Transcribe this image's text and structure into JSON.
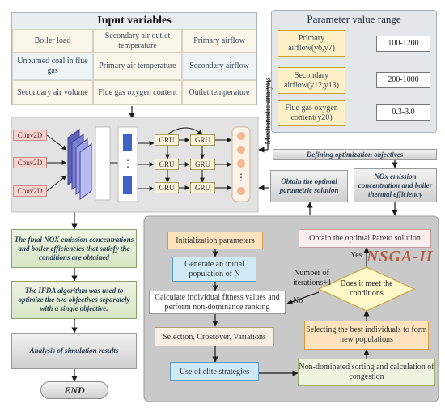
{
  "input_panel": {
    "title": "Input variables",
    "cells": [
      "Boiler load",
      "Secondary air outlet temperature",
      "Primary airflow",
      "Unburned coal in flue gas",
      "Primary air temperature",
      "Secondary airflow",
      "Secondary air volume",
      "Flue gas oxygen content",
      "Outlet temperature"
    ]
  },
  "param_panel": {
    "title": "Parameter value range",
    "rows": [
      {
        "name": "Primary airflow(y6,y7)",
        "range": "100-1200"
      },
      {
        "name": "Secondary airflow(y12,y13)",
        "range": "200-1000"
      },
      {
        "name": "Flue gas oxygen content(y20)",
        "range": "0.3-3.0"
      }
    ]
  },
  "mechanistic_label": "Mechanistic analysis",
  "network": {
    "conv_label": "Conv2D",
    "gru_label": "GRU",
    "dots": "⋮"
  },
  "defining_objectives": "Defining optimization objectives",
  "optimal_parametric": "Obtain the optimal parametric solution",
  "nox_efficiency": "NOx emission concentration and boiler thermal efficiency",
  "left_column": {
    "box1": "The final NOX emission concentrations and boiler efficiencies that satisfy the conditions are obtained",
    "box2": "The IFDA algorithm was used to optimize the two objectives separately with a single objective.",
    "box3": "Analysis of simulation results",
    "end": "END"
  },
  "nsga": {
    "title": "NSGA-II",
    "init": "Initialization parameters",
    "generate": "Generate an initial population of N",
    "calculate": "Calculate individual fitness values and perform non-dominance ranking",
    "selection": "Selection, Crossover, Variations",
    "elite": "Use of elite strategies",
    "nondominated": "Non-dominated sorting and calculation of congestion",
    "selecting": "Selecting the best individuals to form new populations",
    "pareto": "Obtain the optimal Pareto solution",
    "decision": "Does it meet the conditions",
    "iterations": "Number of iterations+1",
    "yes": "Yes",
    "no": "No"
  }
}
